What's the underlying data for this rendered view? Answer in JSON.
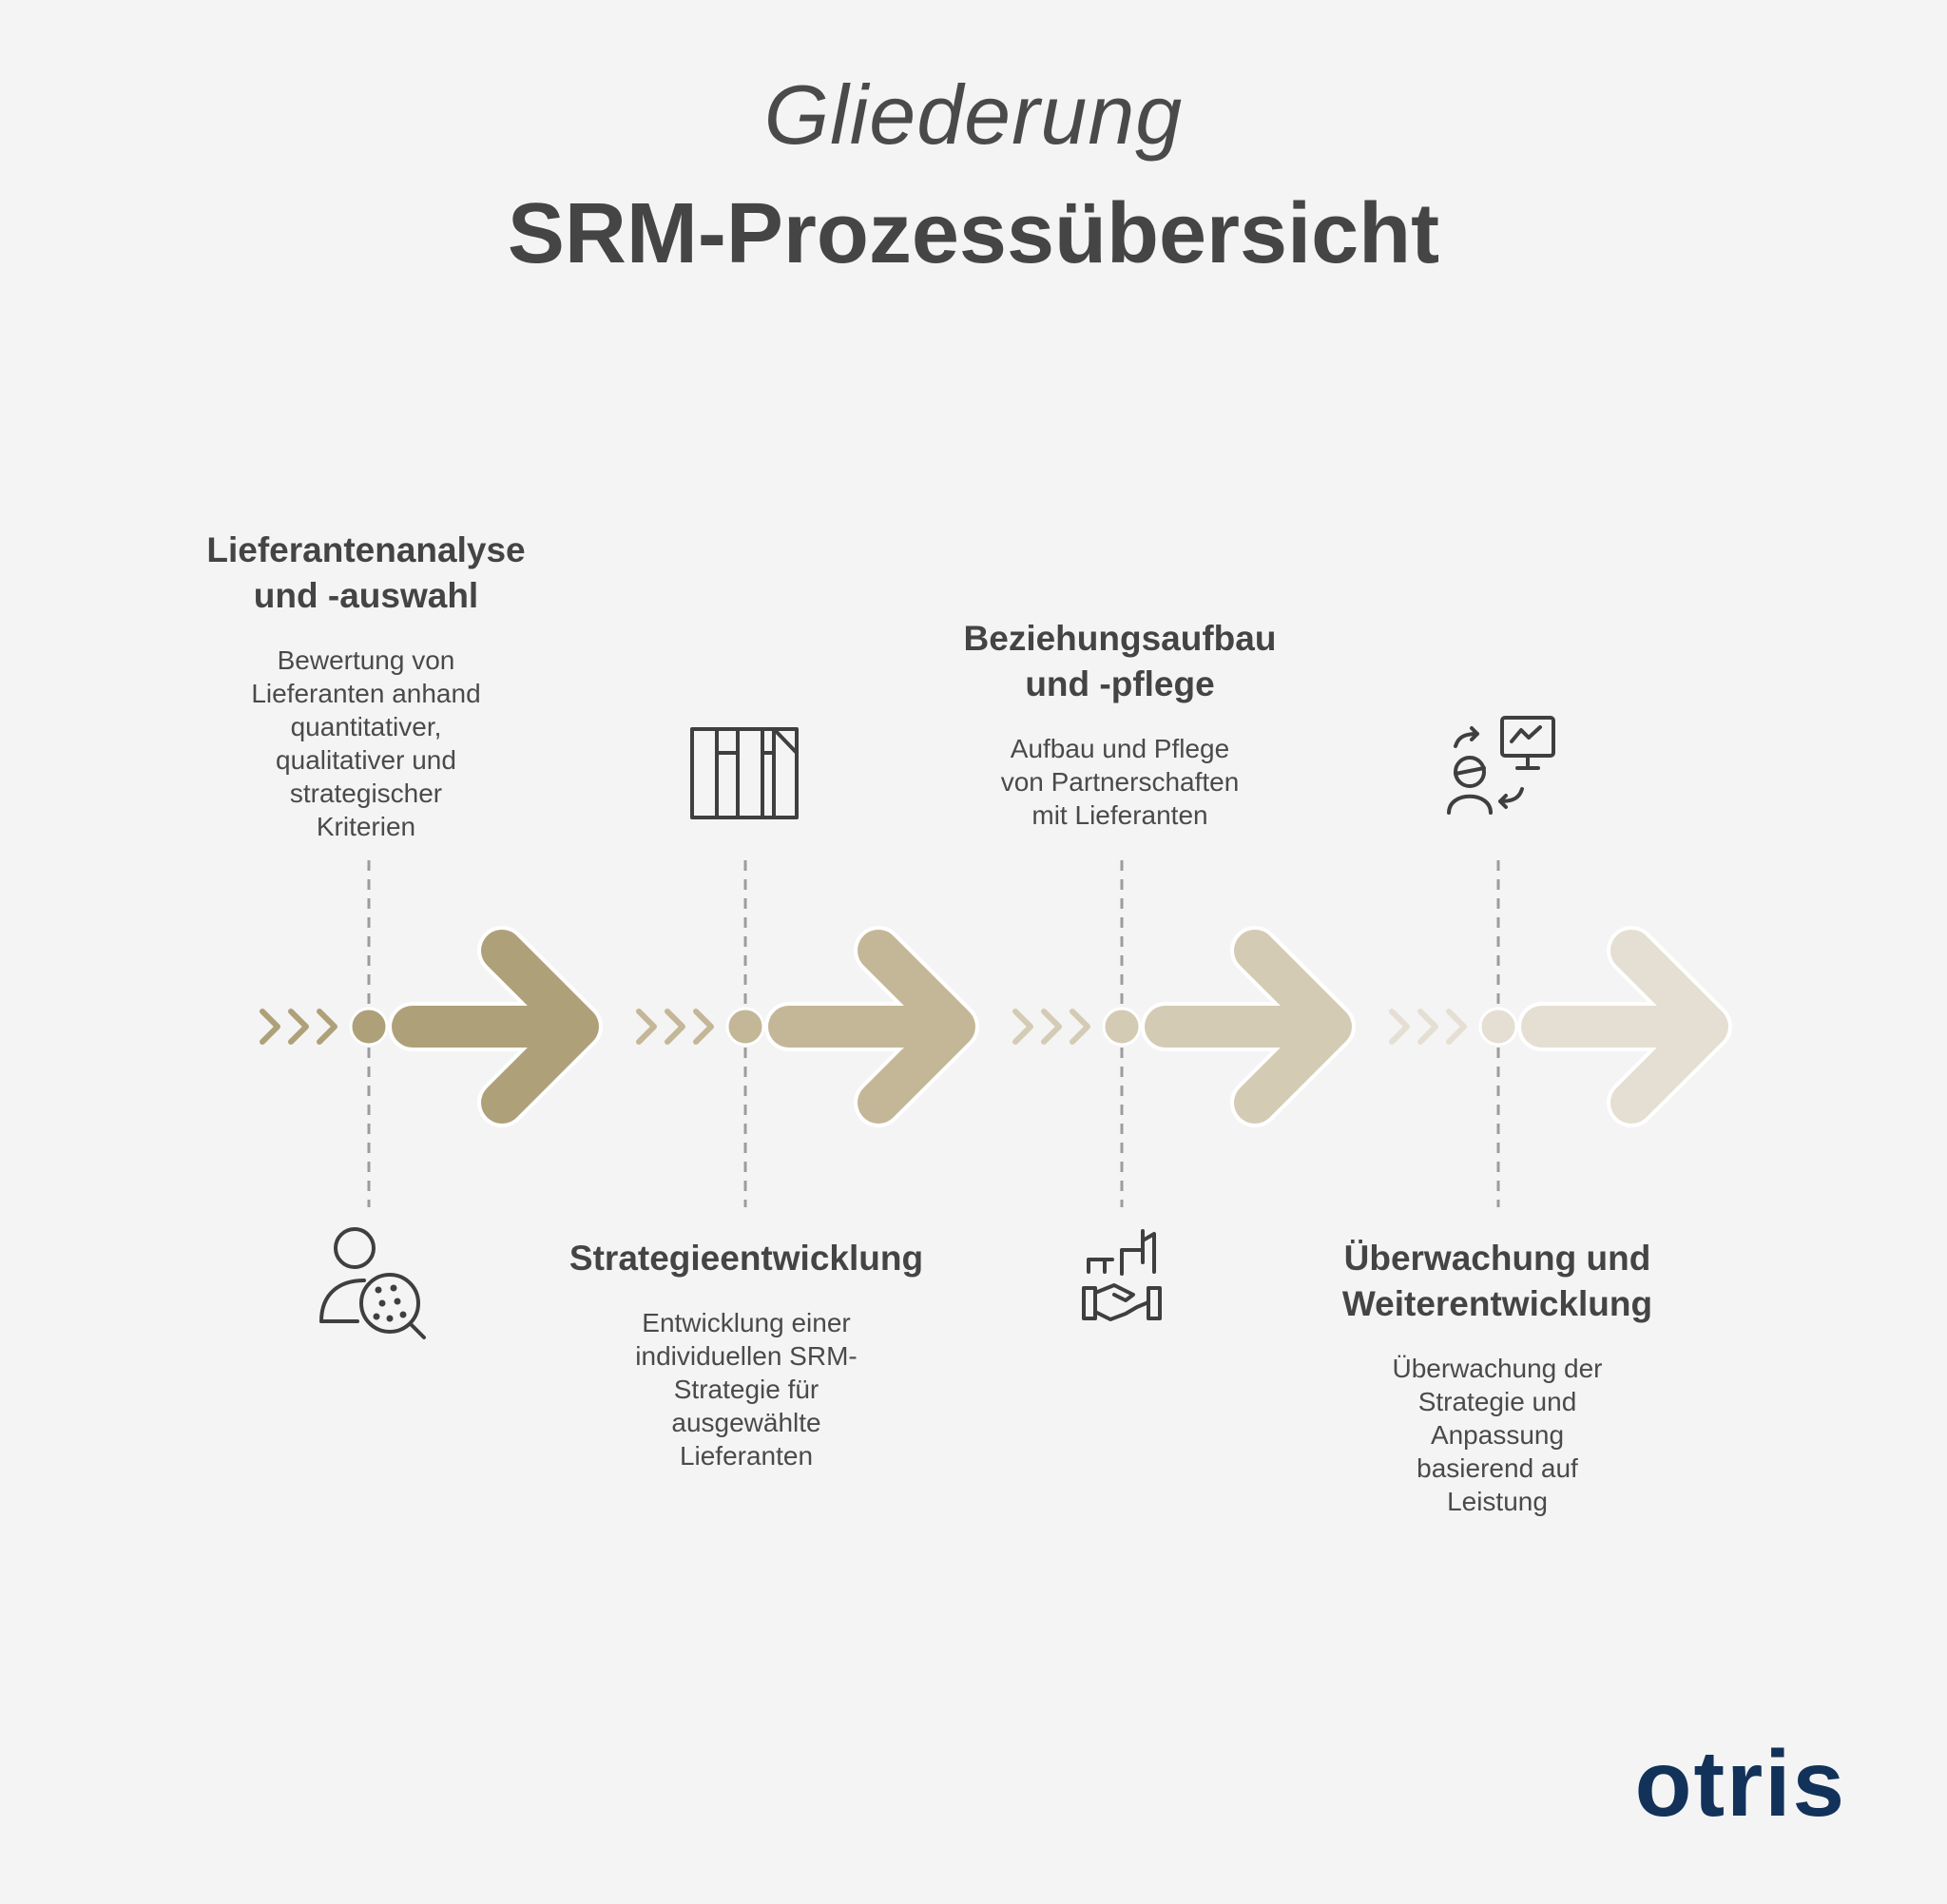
{
  "header": {
    "kicker": "Gliederung",
    "title": "SRM-Prozessübersicht"
  },
  "steps": [
    {
      "title_line1": "Lieferantenanalyse",
      "title_line2": "und -auswahl",
      "description": [
        "Bewertung von",
        "Lieferanten anhand",
        "quantitativer,",
        "qualitativer und",
        "strategischer",
        "Kriterien"
      ],
      "icon": "supplier-search-icon",
      "color": "#aea079"
    },
    {
      "title_line1": "Strategieentwicklung",
      "title_line2": "",
      "description": [
        "Entwicklung einer",
        "individuellen SRM-",
        "Strategie für",
        "ausgewählte",
        "Lieferanten"
      ],
      "icon": "strategy-columns-icon",
      "color": "#c3b797"
    },
    {
      "title_line1": "Beziehungsaufbau",
      "title_line2": "und -pflege",
      "description": [
        "Aufbau und Pflege",
        "von Partnerschaften",
        "mit Lieferanten"
      ],
      "icon": "handshake-building-icon",
      "color": "#d4cbb5"
    },
    {
      "title_line1": "Überwachung und",
      "title_line2": "Weiterentwicklung",
      "description": [
        "Überwachung der",
        "Strategie und",
        "Anpassung",
        "basierend auf",
        "Leistung"
      ],
      "icon": "person-monitor-exchange-icon",
      "color": "#e4dfd2"
    }
  ],
  "logo": {
    "text": "otris",
    "color": "#12325a"
  }
}
